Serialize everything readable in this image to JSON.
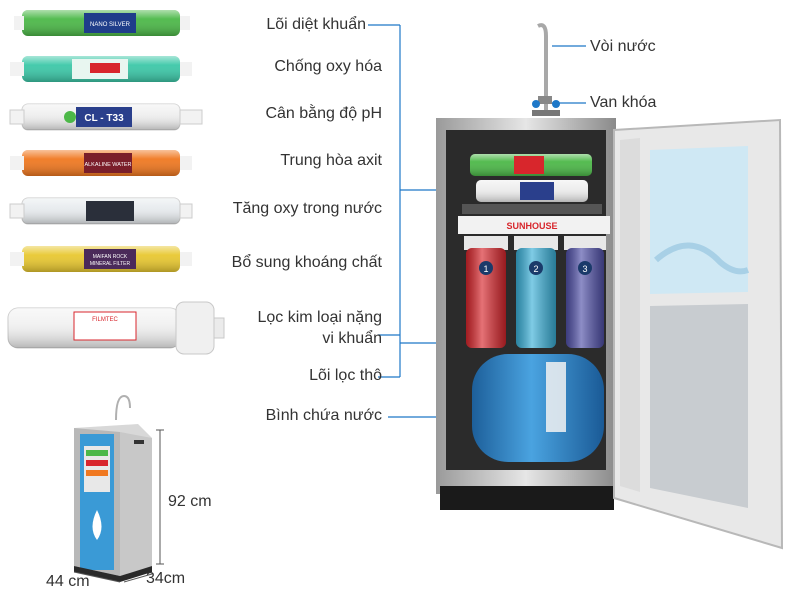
{
  "labels": {
    "loi_diet_khuan": "Lõi diệt khuẩn",
    "chong_oxy_hoa": "Chống oxy hóa",
    "can_bang_ph": "Cân bằng độ pH",
    "trung_hoa_axit": "Trung hòa axit",
    "tang_oxy": "Tăng oxy trong nước",
    "bo_sung_khoang": "Bổ sung khoáng chất",
    "loc_kim_loai_1": "Lọc kim loại nặng",
    "loc_kim_loai_2": "vi khuẩn",
    "loi_loc_tho": "Lõi lọc thô",
    "binh_chua_nuoc": "Bình chứa nước",
    "voi_nuoc": "Vòi nước",
    "van_khoa": "Van khóa"
  },
  "filter_texts": {
    "f1": "NANO SILVER",
    "f3": "CL - T33",
    "f4": "ALKALINE WATER",
    "f6a": "MAIFAN ROCK",
    "f6b": "MINERAL FILTER",
    "f7": "FILMTEC",
    "brand": "SUNHOUSE"
  },
  "pre_filters": [
    "1",
    "2",
    "3"
  ],
  "dimensions": {
    "height": "92 cm",
    "width": "44 cm",
    "depth": "34cm"
  },
  "colors": {
    "leader_line": "#1e78c8",
    "filter_green": "#4cb848",
    "filter_teal": "#3cc8a8",
    "filter_white": "#f0f0f0",
    "filter_orange": "#f07820",
    "filter_clear": "#e8ecef",
    "filter_yellow": "#e8c830",
    "housing_red": "#d8262c",
    "housing_blue": "#3ab0d8",
    "housing_purple": "#5050a8",
    "tank_blue": "#2e86c8"
  }
}
